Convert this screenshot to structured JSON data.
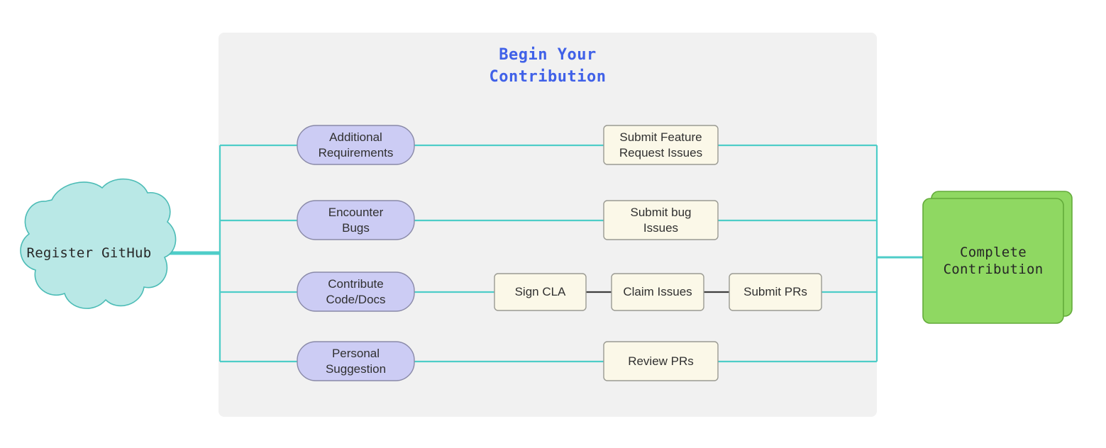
{
  "diagram": {
    "title": "Begin Your\nContribution",
    "title_color": "#4061e8",
    "panel_color": "#f1f1f1",
    "link_color": "#4ecdc8",
    "dark_link_color": "#3f3f3f",
    "start": {
      "label": "Register GitHub",
      "shape": "cloud",
      "fill": "#b9e8e6",
      "stroke": "#4cbcb6"
    },
    "end": {
      "label": "Complete\nContribution",
      "shape": "stacked-rect",
      "fill": "#8fd862",
      "stroke": "#63ab3a"
    },
    "branches": [
      {
        "trigger": "Additional\nRequirements",
        "steps": [
          "Submit Feature\nRequest Issues"
        ]
      },
      {
        "trigger": "Encounter\nBugs",
        "steps": [
          "Submit bug\nIssues"
        ]
      },
      {
        "trigger": "Contribute\nCode/Docs",
        "steps": [
          "Sign CLA",
          "Claim Issues",
          "Submit PRs"
        ]
      },
      {
        "trigger": "Personal\nSuggestion",
        "steps": [
          "Review PRs"
        ]
      }
    ],
    "node_styles": {
      "trigger_fill": "#ccccf4",
      "trigger_stroke": "#8a8aa8",
      "step_fill": "#fbf8e8",
      "step_stroke": "#9a9a92"
    }
  }
}
